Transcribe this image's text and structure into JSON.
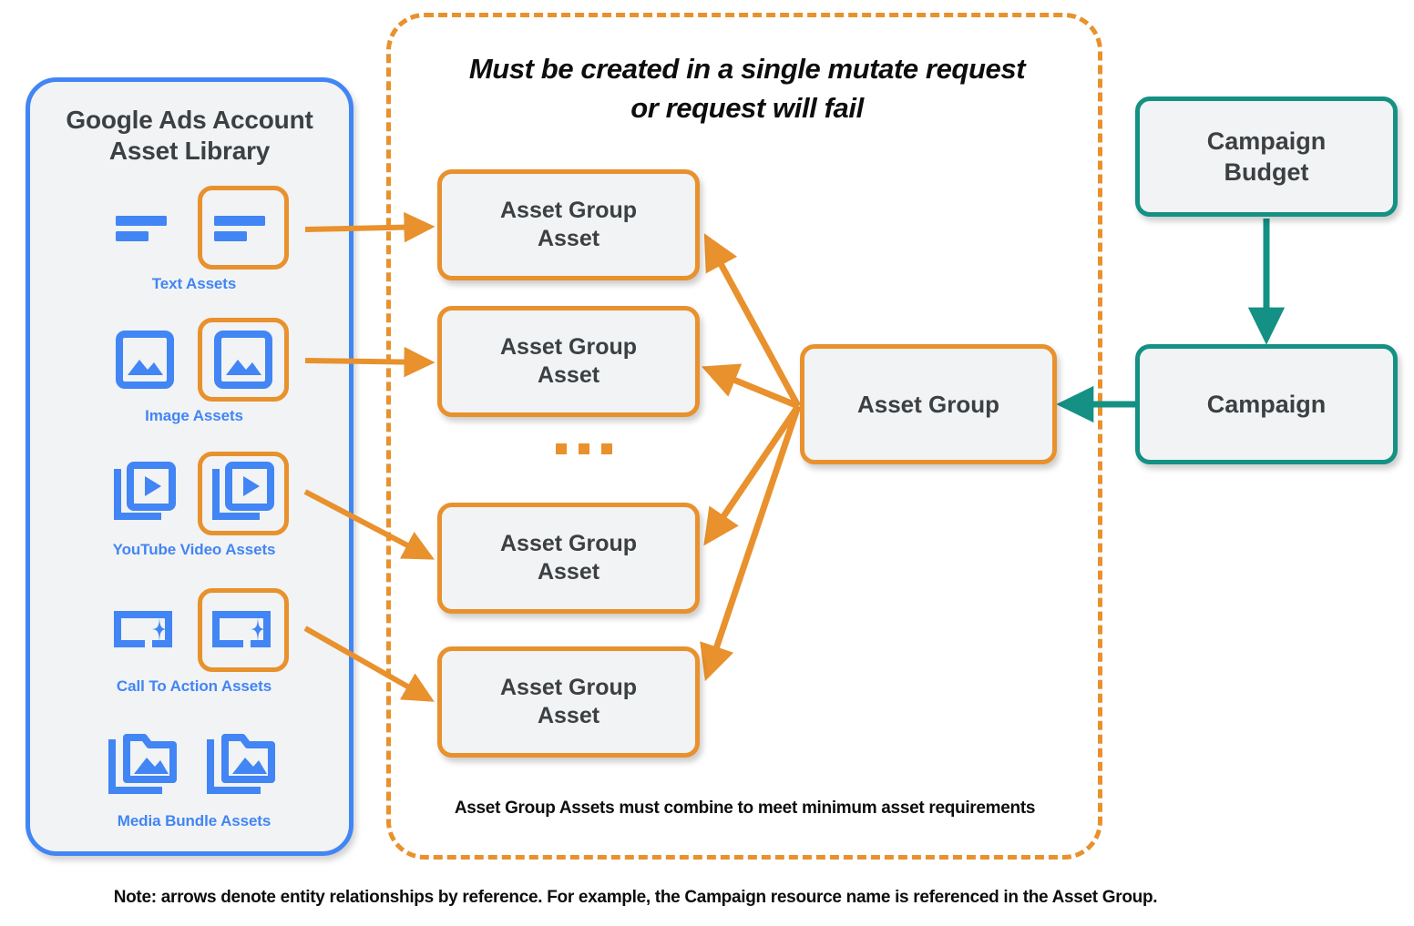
{
  "colors": {
    "orange": "#e8912d",
    "blue": "#4285f4",
    "teal": "#149184",
    "node_fill": "#f1f3f4",
    "text_dark": "#3c4043"
  },
  "asset_library": {
    "title": "Google Ads Account\nAsset Library",
    "title_line1": "Google Ads Account",
    "title_line2": "Asset Library",
    "rows": [
      {
        "caption": "Text Assets",
        "icon": "text-lines-icon",
        "highlighted": true
      },
      {
        "caption": "Image Assets",
        "icon": "image-icon",
        "highlighted": true
      },
      {
        "caption": "YouTube Video  Assets",
        "icon": "video-stack-icon",
        "highlighted": true
      },
      {
        "caption": "Call To Action Assets",
        "icon": "call-to-action-sparkle-icon",
        "highlighted": true
      },
      {
        "caption": "Media Bundle  Assets",
        "icon": "media-bundle-folder-icon",
        "highlighted": false
      }
    ]
  },
  "mutate_panel": {
    "title_line1": "Must be created in a single mutate request",
    "title_line2": "or request will fail",
    "footnote": "Asset Group Assets must combine to meet minimum asset requirements",
    "asset_group_assets": [
      {
        "line1": "Asset Group",
        "line2": "Asset"
      },
      {
        "line1": "Asset Group",
        "line2": "Asset"
      },
      {
        "line1": "Asset Group",
        "line2": "Asset"
      },
      {
        "line1": "Asset Group",
        "line2": "Asset"
      }
    ],
    "ellipsis": "..."
  },
  "nodes": {
    "asset_group": "Asset Group",
    "campaign": "Campaign",
    "campaign_budget_line1": "Campaign",
    "campaign_budget_line2": "Budget"
  },
  "note": "Note: arrows denote entity relationships by reference. For example, the Campaign resource name is referenced in the Asset Group."
}
